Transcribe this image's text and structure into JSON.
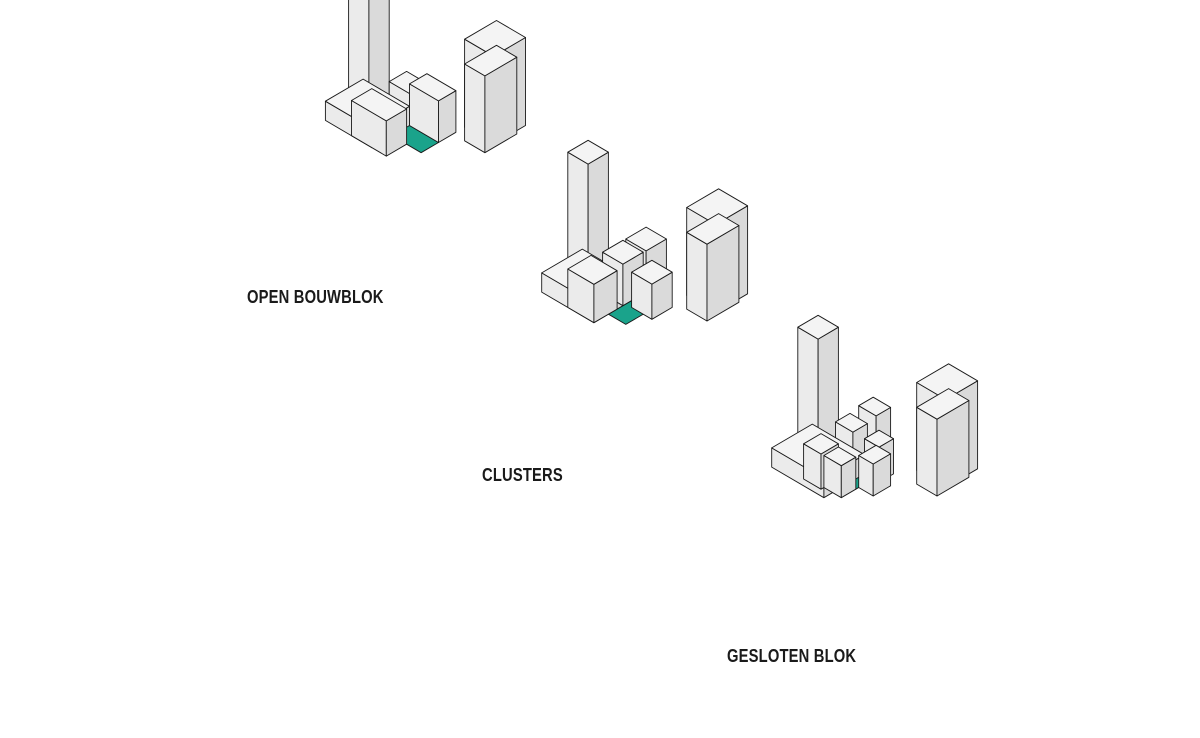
{
  "diagram": {
    "colors": {
      "background": "#ffffff",
      "top_face": "#f4f4f4",
      "left_face": "#ebebeb",
      "right_face": "#dadada",
      "courtyard": "#1aa38b",
      "edge": "#1a1a1a",
      "label": "#1a1a1a"
    },
    "typologies": [
      {
        "id": "open-bouwblok",
        "label": "OPEN BOUWBLOK"
      },
      {
        "id": "clusters",
        "label": "CLUSTERS"
      },
      {
        "id": "gesloten-blok",
        "label": "GESLOTEN BLOK"
      }
    ]
  }
}
